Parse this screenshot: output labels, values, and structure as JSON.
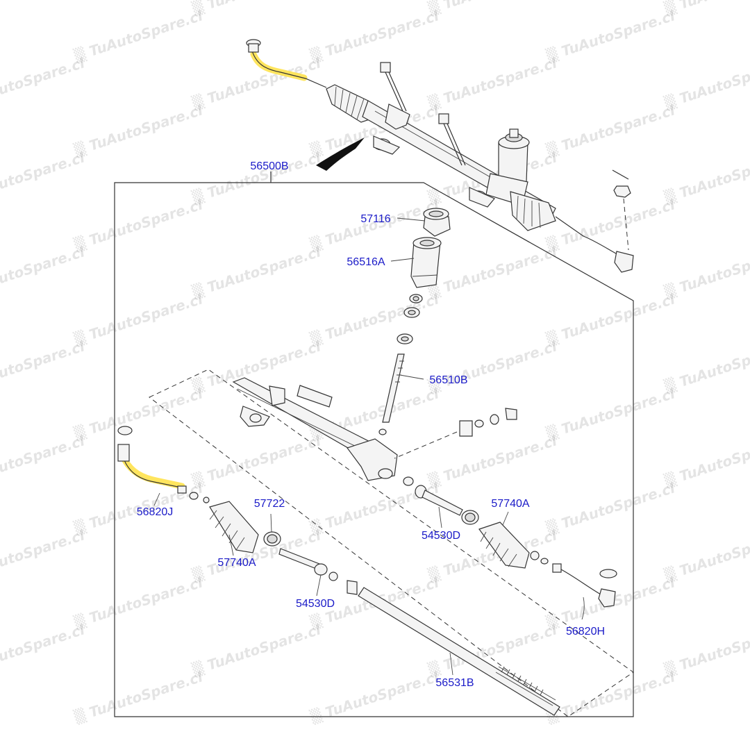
{
  "watermark": "TuAutoSpare.cl",
  "colors": {
    "label": "#1a1ac8",
    "highlight": "#ffe24d",
    "line": "#333333"
  },
  "labels": {
    "assembly": "56500B",
    "bellows_top": "57116",
    "pinion_housing": "56516A",
    "pinion_shaft": "56510B",
    "tie_rod_end_left": "56820J",
    "clamp_left": "57722",
    "boot_left": "57740A",
    "inner_tie_rod_left": "54530D",
    "inner_tie_rod_right": "54530D",
    "boot_right": "57740A",
    "tie_rod_end_right": "56820H",
    "rack_bar": "56531B"
  }
}
